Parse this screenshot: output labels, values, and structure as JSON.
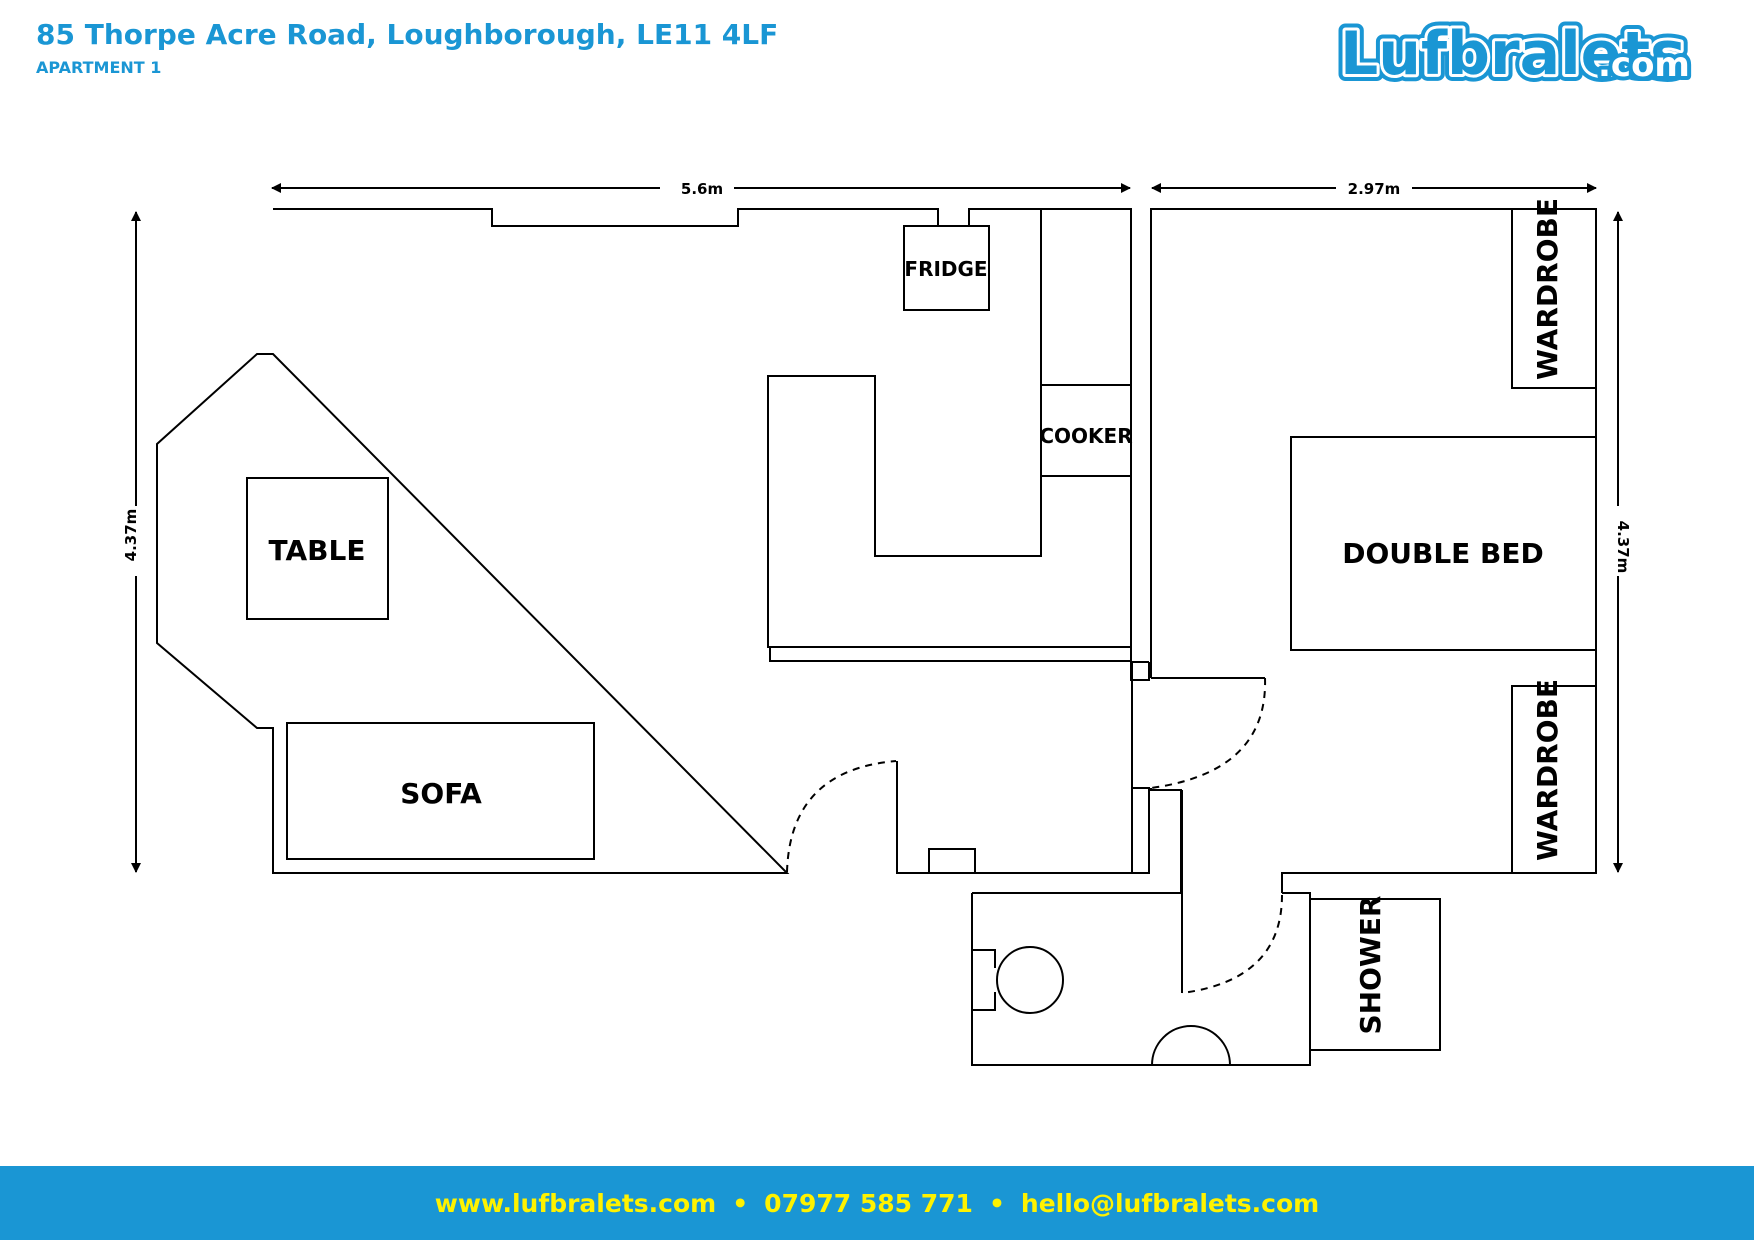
{
  "header": {
    "title": "85 Thorpe Acre Road, Loughborough, LE11 4LF",
    "subtitle": "APARTMENT 1"
  },
  "logo": {
    "text": "Lufbralets",
    "suffix": ".com",
    "fill_color": "#1a96d4",
    "outline_color": "#ffffff"
  },
  "dimensions": {
    "living_width": "5.6m",
    "bedroom_width": "2.97m",
    "left_height": "4.37m",
    "right_height": "4.37m"
  },
  "rooms": {
    "fridge": "FRIDGE",
    "cooker": "COOKER",
    "table": "TABLE",
    "sofa": "SOFA",
    "double_bed": "DOUBLE BED",
    "wardrobe_top": "WARDROBE",
    "wardrobe_bottom": "WARDROBE",
    "shower": "SHOWER"
  },
  "footer": {
    "website": "www.lufbralets.com",
    "phone": "07977 585 771",
    "email": "hello@lufbralets.com",
    "separator": "•"
  },
  "colors": {
    "brand_blue": "#1a96d4",
    "footer_text": "#fff200"
  }
}
